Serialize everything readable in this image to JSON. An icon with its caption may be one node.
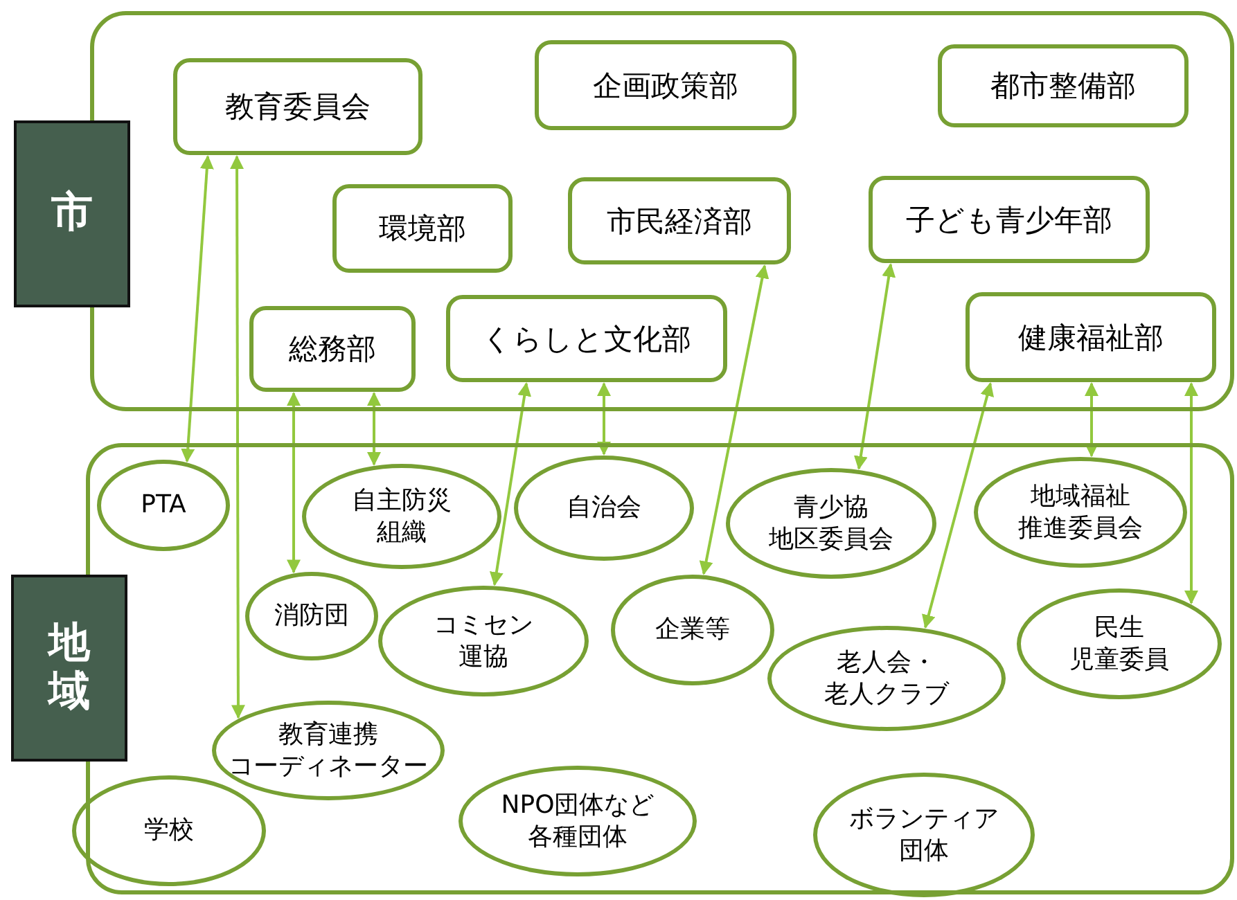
{
  "diagram": {
    "nodes": [
      {
        "text": [
          "市"
        ]
      },
      {
        "text": [
          "教育委員会"
        ],
        "in": 0
      },
      {
        "text": [
          "企画政策部"
        ],
        "in": 0
      },
      {
        "text": [
          "都市整備部"
        ],
        "in": 0
      },
      {
        "text": [
          "環境部"
        ],
        "in": 0
      },
      {
        "text": [
          "市民経済部"
        ],
        "in": 0
      },
      {
        "text": [
          "子ども青少年部"
        ],
        "in": 0
      },
      {
        "text": [
          "総務部"
        ],
        "in": 0
      },
      {
        "text": [
          "くらしと文化部"
        ],
        "in": 0
      },
      {
        "text": [
          "健康福祉部"
        ],
        "in": 0
      },
      {
        "text": [
          "地域"
        ]
      },
      {
        "text": [
          "PTA"
        ],
        "in": 10
      },
      {
        "text": [
          "自主防災組織"
        ],
        "in": 10
      },
      {
        "text": [
          "自治会"
        ],
        "in": 10
      },
      {
        "text": [
          "青少協地区委員会"
        ],
        "in": 10
      },
      {
        "text": [
          "地域福祉推進委員会"
        ],
        "in": 10
      },
      {
        "text": [
          "消防団"
        ],
        "in": 10
      },
      {
        "text": [
          "コミセン運協"
        ],
        "in": 10
      },
      {
        "text": [
          "企業等"
        ],
        "in": 10
      },
      {
        "text": [
          "老人会・老人クラブ"
        ],
        "in": 10
      },
      {
        "text": [
          "民生児童委員"
        ],
        "in": 10
      },
      {
        "text": [
          "教育連携コーディネーター"
        ],
        "in": 10
      },
      {
        "text": [
          "学校"
        ]
      },
      {
        "text": [
          "NPO団体など各種団体"
        ],
        "in": 10
      },
      {
        "text": [
          "ボランティア団体"
        ],
        "in": 10
      }
    ],
    "edges": [
      {
        "from": 1,
        "to": 11,
        "arrow": "both"
      },
      {
        "from": 1,
        "to": 21,
        "arrow": "both"
      },
      {
        "from": 7,
        "to": 16,
        "arrow": "both"
      },
      {
        "from": 7,
        "to": 12,
        "arrow": "both"
      },
      {
        "from": 8,
        "to": 17,
        "arrow": "both"
      },
      {
        "from": 8,
        "to": 13,
        "arrow": "both"
      },
      {
        "from": 5,
        "to": 18,
        "arrow": "both"
      },
      {
        "from": 6,
        "to": 14,
        "arrow": "both"
      },
      {
        "from": 9,
        "to": 19,
        "arrow": "both"
      },
      {
        "from": 9,
        "to": 15,
        "arrow": "both"
      },
      {
        "from": 9,
        "to": 20,
        "arrow": "both"
      }
    ]
  }
}
